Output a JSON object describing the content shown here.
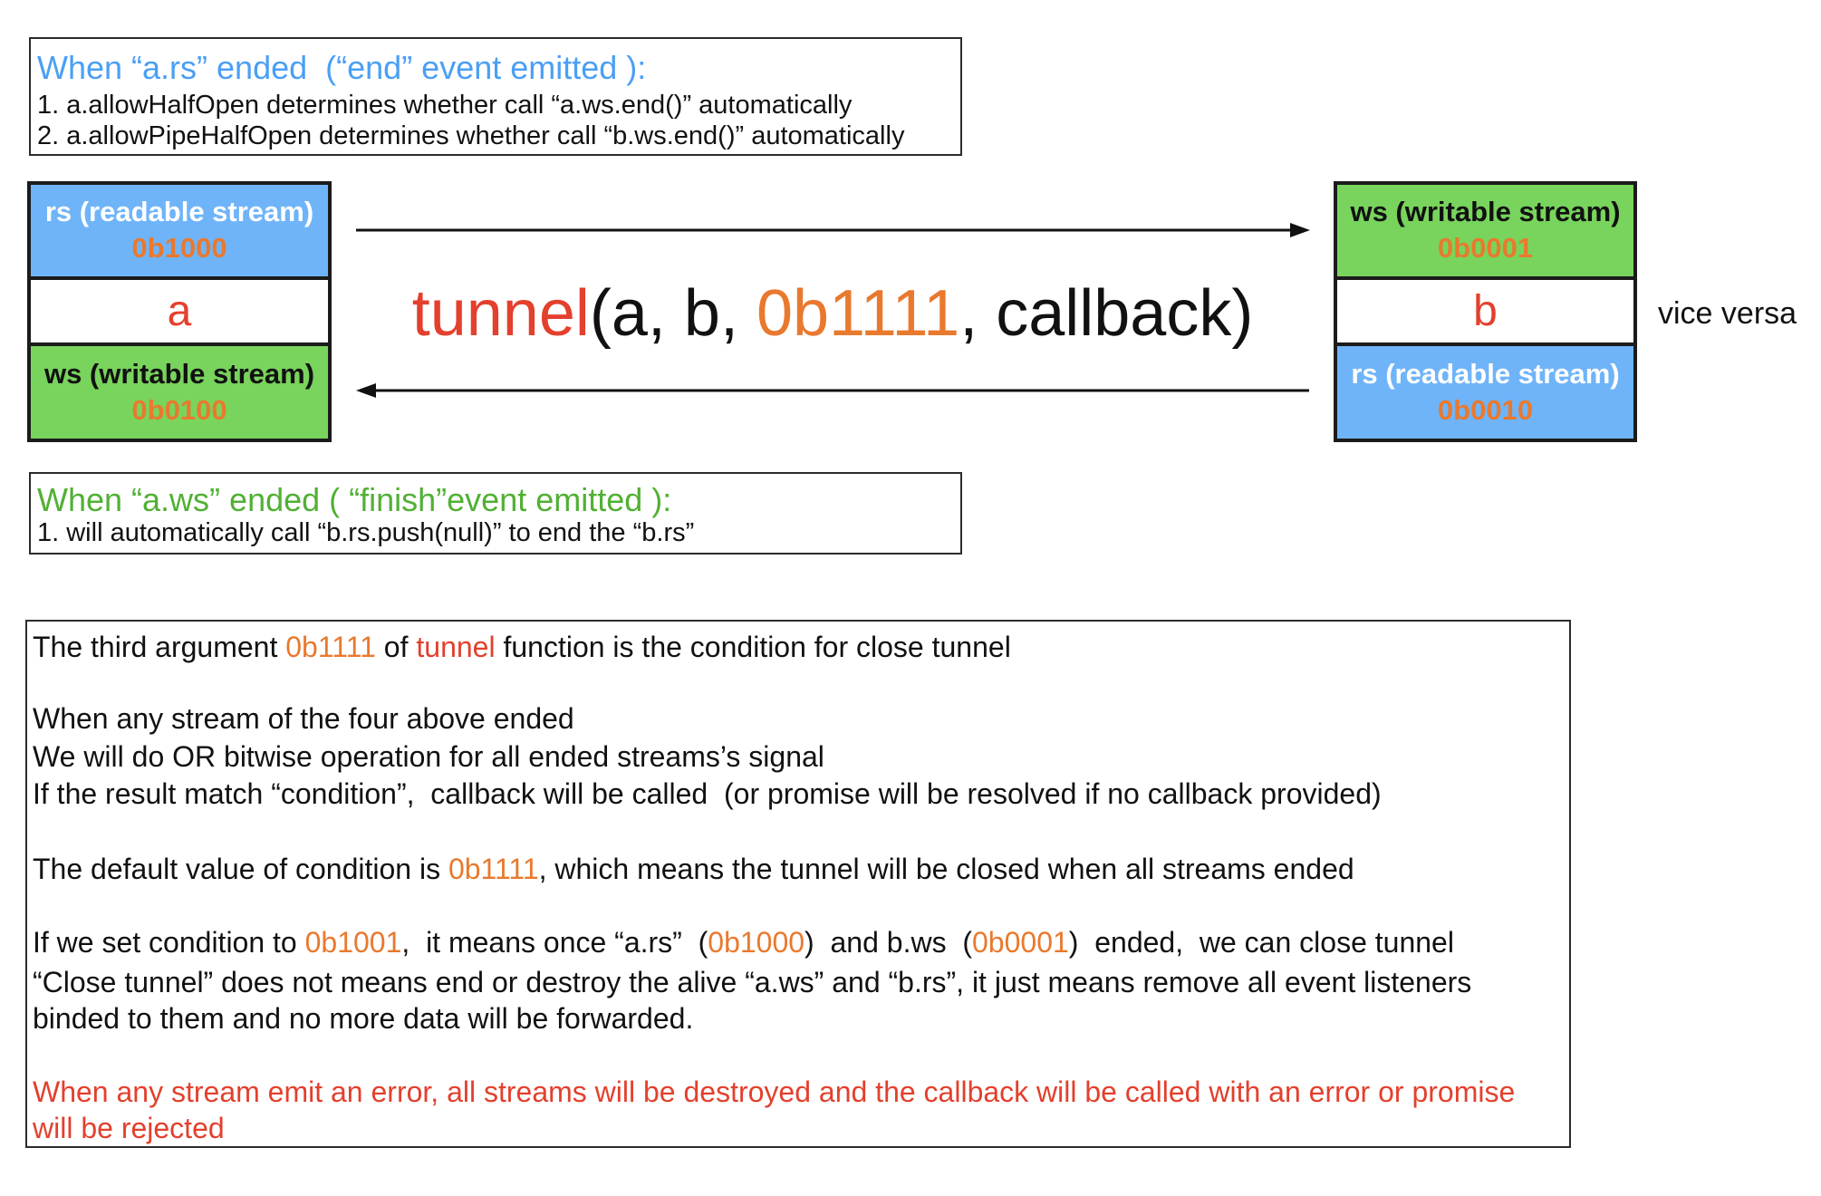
{
  "colors": {
    "readable_fill": "#6fb4f8",
    "writable_fill": "#78d45c",
    "code_orange": "#e9792e",
    "accent_red": "#e3402d",
    "end_title_blue": "#4a9ff5",
    "finish_title_green": "#51b034"
  },
  "end_note": {
    "title": "When “a.rs” ended  (“end” event emitted ):",
    "items": [
      "1. a.allowHalfOpen determines whether call “a.ws.end()” automatically",
      "2. a.allowPipeHalfOpen determines whether call “b.ws.end()” automatically"
    ]
  },
  "stream_a": {
    "name": "a",
    "readable": {
      "label": "rs (readable stream)",
      "code": "0b1000"
    },
    "writable": {
      "label": "ws (writable stream)",
      "code": "0b0100"
    }
  },
  "stream_b": {
    "name": "b",
    "writable": {
      "label": "ws (writable stream)",
      "code": "0b0001"
    },
    "readable": {
      "label": "rs (readable stream)",
      "code": "0b0010"
    }
  },
  "call": {
    "fn": "tunnel",
    "args_open": "(a, b, ",
    "condition": "0b1111",
    "args_close": ", callback)"
  },
  "vice_versa": "vice versa",
  "finish_note": {
    "title": "When “a.ws” ended ( “finish”event emitted ):",
    "items": [
      "1. will automatically call “b.rs.push(null)” to end the “b.rs”"
    ]
  },
  "explanation": {
    "condition_intro": {
      "before": "The third argument ",
      "code": "0b1111",
      "mid": " of ",
      "fn": "tunnel",
      "after": " function is the condition for close tunnel"
    },
    "rule_lines": [
      "When any stream of the four above ended",
      "We will do OR bitwise operation for all ended streams’s signal",
      "If the result match “condition”,  callback will be called  (or promise will be resolved if no callback provided)"
    ],
    "default_line": {
      "before": "The default value of condition is ",
      "code": "0b1111",
      "after": ", which means the tunnel will be closed when all streams ended"
    },
    "example_line": {
      "p1": "If we set condition to ",
      "c1": "0b1001",
      "p2": ",  it means once “a.rs”  (",
      "c2": "0b1000",
      "p3": ")  and b.ws  (",
      "c3": "0b0001",
      "p4": ")  ended,  we can close tunnel"
    },
    "close_lines": [
      "“Close tunnel” does not means end or destroy the alive “a.ws” and “b.rs”, it just means remove all event listeners",
      "binded to them and no more data will be forwarded."
    ],
    "error_lines": [
      "When any stream emit an error, all streams will be destroyed and the callback will be called with an error or promise",
      "will be rejected"
    ]
  }
}
